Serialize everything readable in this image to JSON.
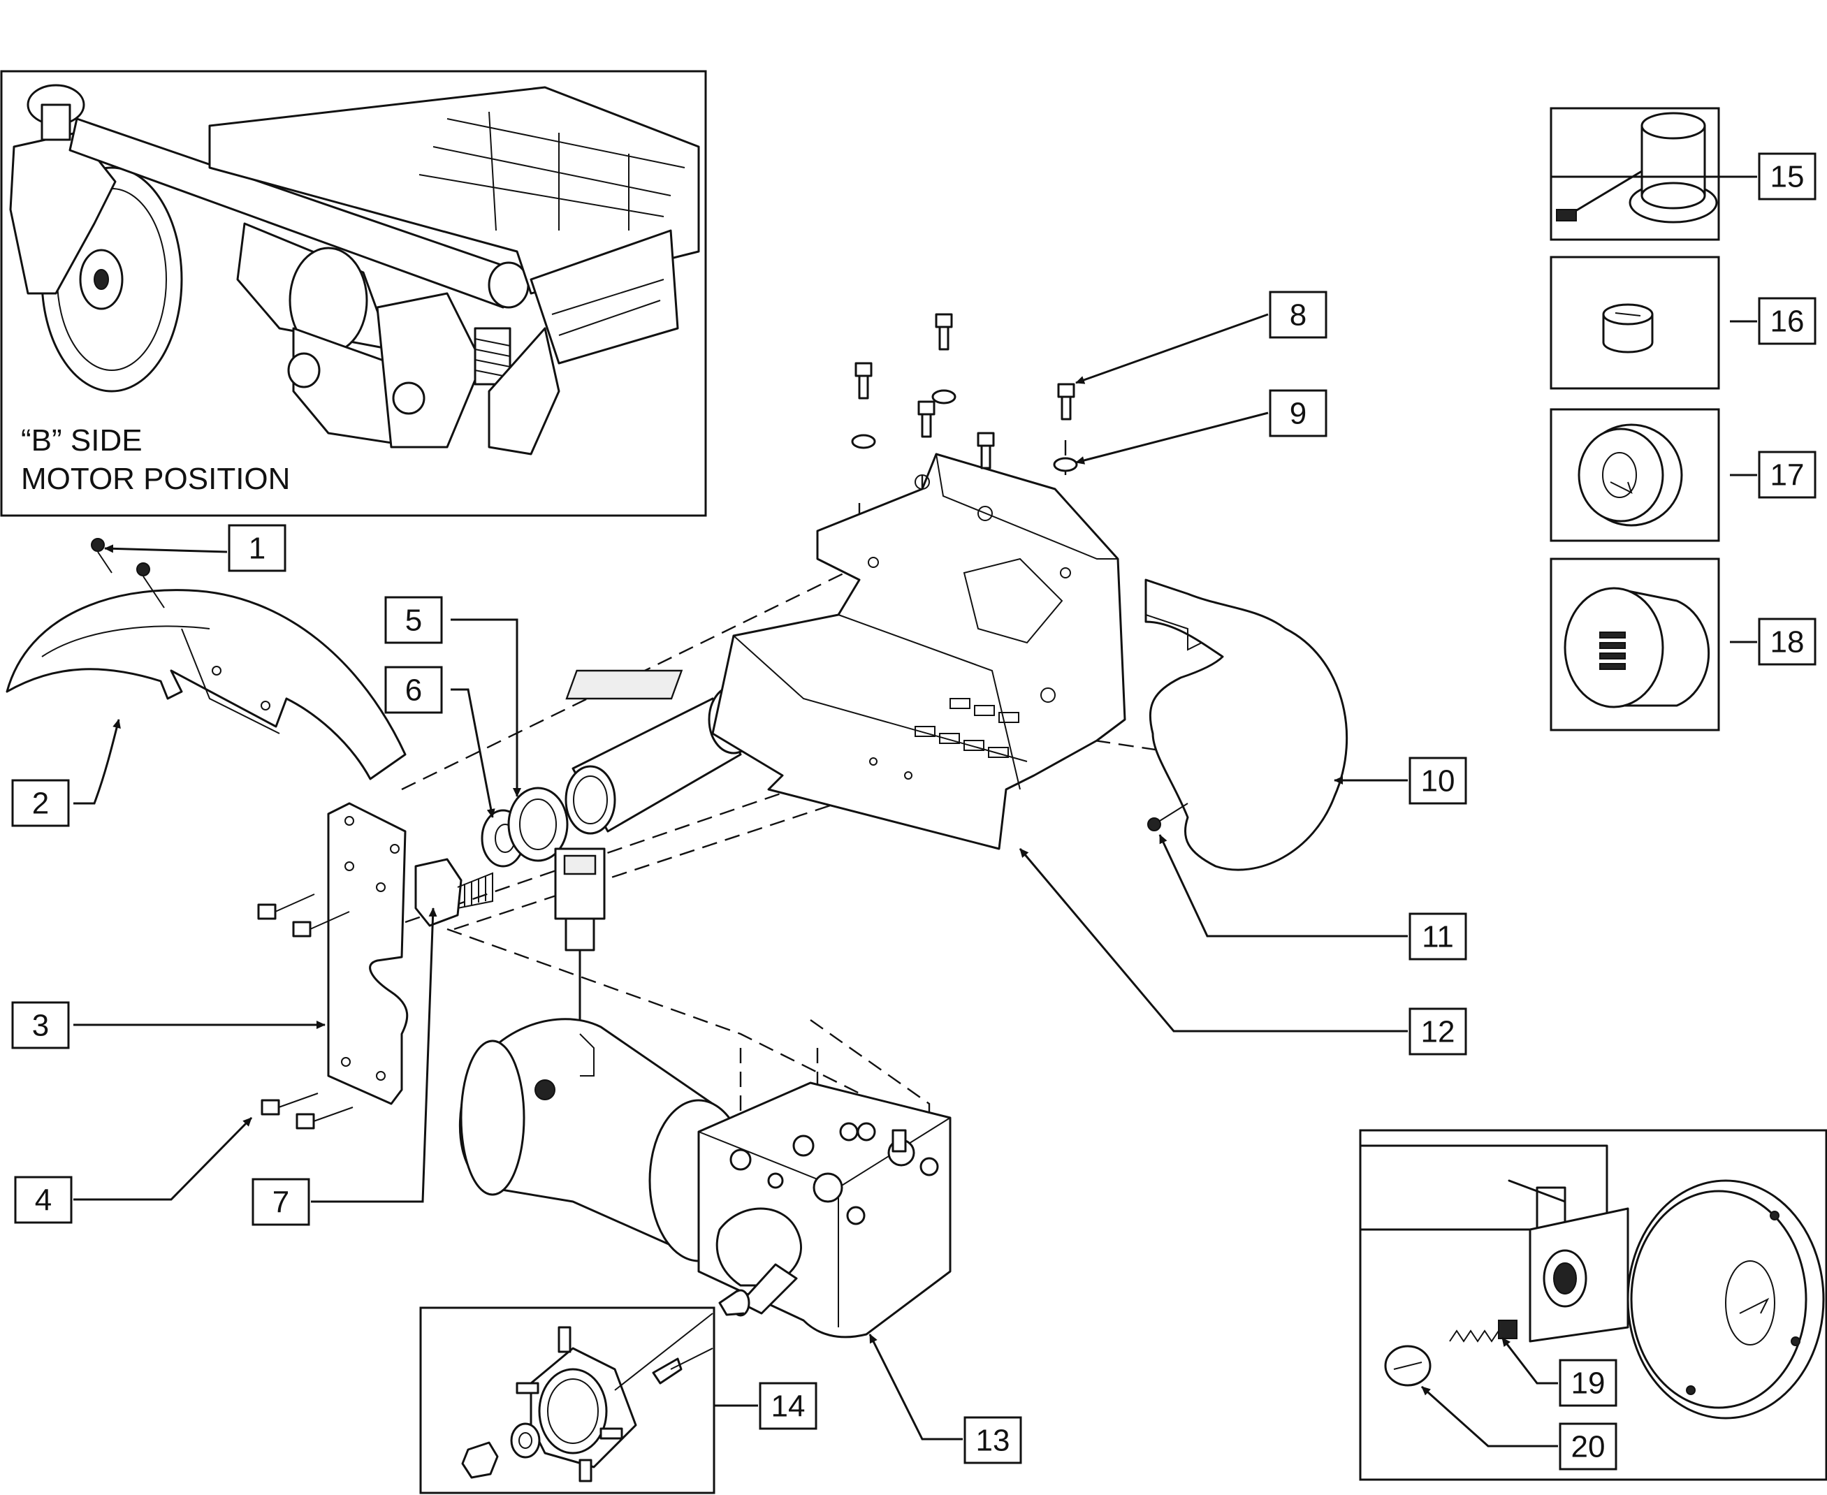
{
  "inset_caption": {
    "line1": "“B” SIDE",
    "line2": "MOTOR POSITION"
  },
  "callouts": [
    "1",
    "2",
    "3",
    "4",
    "5",
    "6",
    "7",
    "8",
    "9",
    "10",
    "11",
    "12",
    "13",
    "14",
    "15",
    "16",
    "17",
    "18",
    "19",
    "20"
  ]
}
